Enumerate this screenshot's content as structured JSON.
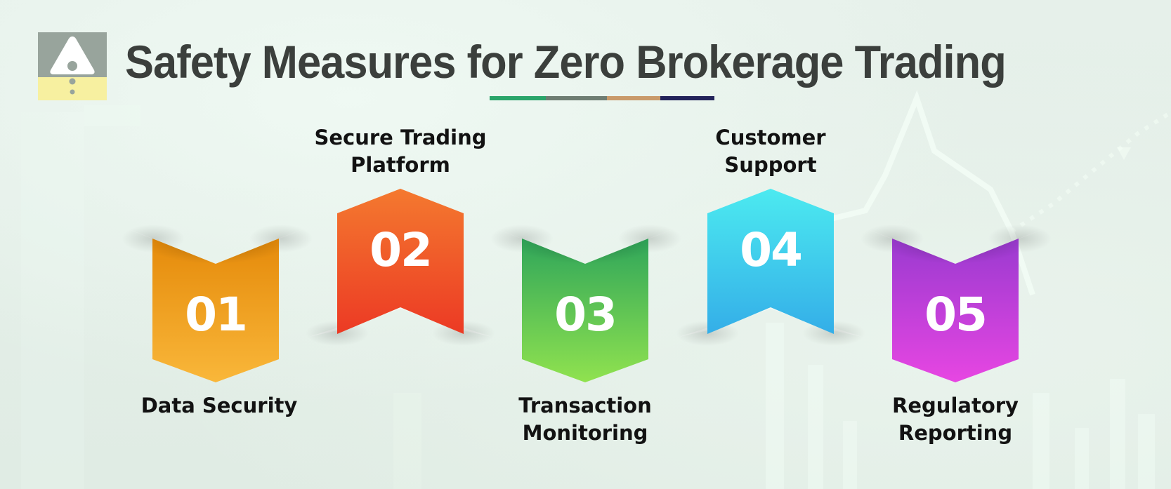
{
  "header": {
    "title": "Safety Measures for Zero Brokerage Trading",
    "logo_icon": "warning-triangle-icon",
    "underline_colors": [
      "#2aa56a",
      "#6e7d72",
      "#c99a6a",
      "#23235a"
    ]
  },
  "steps": [
    {
      "number": "01",
      "label_line1": "Data Security",
      "label_line2": "",
      "position": "below",
      "color_top": "#e58a0a",
      "color_bottom": "#f9b73a"
    },
    {
      "number": "02",
      "label_line1": "Secure Trading",
      "label_line2": "Platform",
      "position": "above",
      "color_top": "#f4792f",
      "color_bottom": "#ec3a24"
    },
    {
      "number": "03",
      "label_line1": "Transaction",
      "label_line2": "Monitoring",
      "position": "below",
      "color_top": "#2fa65a",
      "color_bottom": "#90e24f"
    },
    {
      "number": "04",
      "label_line1": "Customer",
      "label_line2": "Support",
      "position": "above",
      "color_top": "#4ceaf0",
      "color_bottom": "#34aee8"
    },
    {
      "number": "05",
      "label_line1": "Regulatory",
      "label_line2": "Reporting",
      "position": "below",
      "color_top": "#9a3ad0",
      "color_bottom": "#e746e2"
    }
  ]
}
